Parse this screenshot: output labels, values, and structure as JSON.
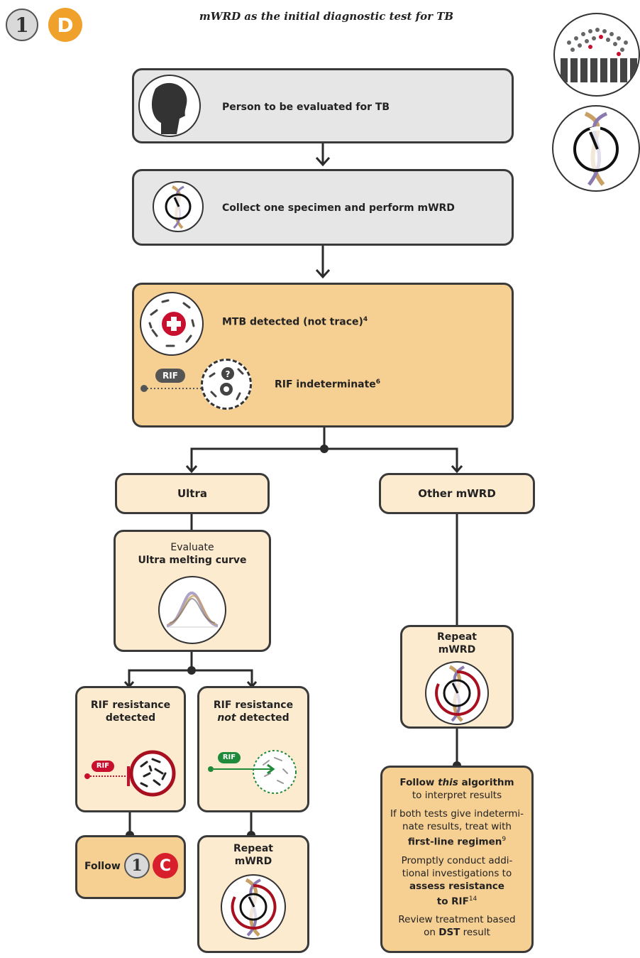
{
  "header": {
    "step_number": "1",
    "step_letter": "D",
    "title": "mWRD as the initial diagnostic test for TB"
  },
  "nodes": {
    "person": "Person to be evaluated for TB",
    "collect": "Collect one specimen and perform mWRD",
    "mtb_detected": "MTB detected (not trace)",
    "mtb_detected_sup": "4",
    "rif_label": "RIF",
    "rif_indeterminate": "RIF indeterminate",
    "rif_indeterminate_sup": "6",
    "ultra": "Ultra",
    "other_mwrd": "Other mWRD",
    "evaluate_line1": "Evaluate",
    "evaluate_line2": "Ultra melting curve",
    "rif_res_detected_line1": "RIF resistance",
    "rif_res_detected_line2": "detected",
    "rif_res_not_line1": "RIF resistance",
    "rif_res_not_italic": "not",
    "rif_res_not_rest": " detected",
    "follow": "Follow",
    "follow_num": "1",
    "follow_letter": "C",
    "repeat_line1": "Repeat",
    "repeat_line2": "mWRD",
    "repeat2_line1": "Repeat",
    "repeat2_line2": "mWRD",
    "rif_small": "RIF",
    "rif_small2": "RIF"
  },
  "final_box": {
    "p1_a": "Follow ",
    "p1_b": "this",
    "p1_c": " algorithm",
    "p1_d": "to interpret results",
    "p2_a": "If both tests give indetermi-",
    "p2_b": "nate results, treat with",
    "p2_c": "first-line regimen",
    "p2_sup": "9",
    "p3_a": "Promptly conduct addi-",
    "p3_b": "tional investigations to",
    "p3_c": "assess resistance",
    "p3_d": "to RIF",
    "p3_sup": "14",
    "p4_a": "Review treatment based",
    "p4_b": "on ",
    "p4_c": "DST",
    "p4_d": " result"
  },
  "colors": {
    "grey_box": "#e6e6e6",
    "orange_box": "#f6cf93",
    "cream_box": "#fdebd0",
    "accent_orange": "#f0a12b",
    "red": "#c8102e",
    "green": "#1f8a3a"
  }
}
